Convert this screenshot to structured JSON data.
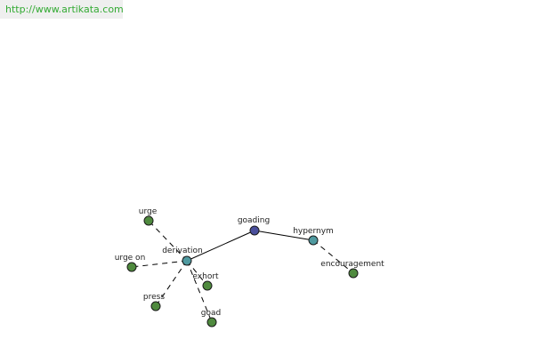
{
  "header": {
    "url": "http://www.artikata.com"
  },
  "colors": {
    "root": "#4a4f9c",
    "relation": "#4f9aa0",
    "leaf": "#4f8a3e"
  },
  "graph": {
    "nodes": [
      {
        "id": "goading",
        "label": "goading",
        "kind": "root"
      },
      {
        "id": "derivation",
        "label": "derivation",
        "kind": "relation"
      },
      {
        "id": "hypernym",
        "label": "hypernym",
        "kind": "relation"
      },
      {
        "id": "urge",
        "label": "urge",
        "kind": "leaf"
      },
      {
        "id": "urge_on",
        "label": "urge on",
        "kind": "leaf"
      },
      {
        "id": "press",
        "label": "press",
        "kind": "leaf"
      },
      {
        "id": "exhort",
        "label": "exhort",
        "kind": "leaf"
      },
      {
        "id": "goad",
        "label": "goad",
        "kind": "leaf"
      },
      {
        "id": "encouragement",
        "label": "encouragement",
        "kind": "leaf"
      }
    ],
    "edges": [
      {
        "from": "goading",
        "to": "derivation",
        "style": "solid"
      },
      {
        "from": "goading",
        "to": "hypernym",
        "style": "solid"
      },
      {
        "from": "derivation",
        "to": "urge",
        "style": "dashed"
      },
      {
        "from": "derivation",
        "to": "urge_on",
        "style": "dashed"
      },
      {
        "from": "derivation",
        "to": "press",
        "style": "dashed"
      },
      {
        "from": "derivation",
        "to": "exhort",
        "style": "dashed"
      },
      {
        "from": "derivation",
        "to": "goad",
        "style": "dashed"
      },
      {
        "from": "hypernym",
        "to": "encouragement",
        "style": "dashed"
      }
    ]
  }
}
